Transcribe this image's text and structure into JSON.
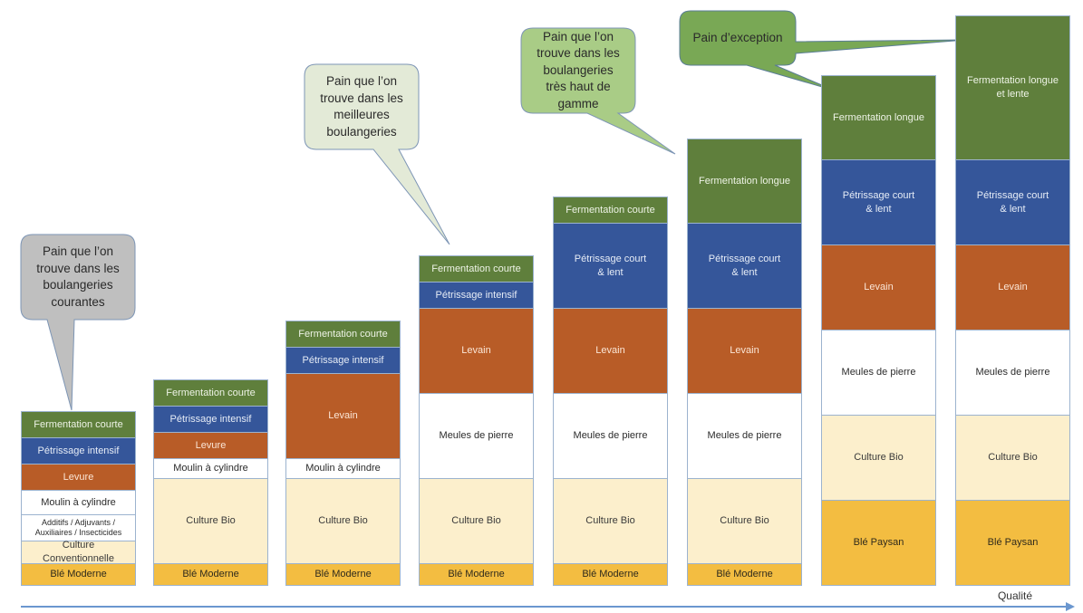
{
  "diagram": {
    "axis": {
      "label": "Qualité",
      "color": "#6b97cf"
    },
    "colors": {
      "green": "#5f7f3c",
      "blue": "#35569a",
      "orange": "#b85c27",
      "white": "#ffffff",
      "cream": "#fcefcc",
      "gold": "#f3bd41",
      "bubble_gray": "#bfbfbf",
      "bubble_light_green": "#e3ead7",
      "bubble_green": "#a9cc86",
      "bubble_dark_green": "#79a855"
    },
    "columns": [
      {
        "segments": [
          {
            "label": "Fermentation courte",
            "style": "green"
          },
          {
            "label": "Pétrissage intensif",
            "style": "blue"
          },
          {
            "label": "Levure",
            "style": "orange"
          },
          {
            "label": "Moulin à cylindre",
            "style": "white"
          },
          {
            "label": "Additifs / Adjuvants /\nAuxiliaires / Insecticides",
            "style": "white",
            "small": true
          },
          {
            "label": "Culture\nConventionnelle",
            "style": "cream"
          },
          {
            "label": "Blé Moderne",
            "style": "gold"
          }
        ]
      },
      {
        "segments": [
          {
            "label": "Fermentation courte",
            "style": "green"
          },
          {
            "label": "Pétrissage intensif",
            "style": "blue"
          },
          {
            "label": "Levure",
            "style": "orange"
          },
          {
            "label": "Moulin à cylindre",
            "style": "white"
          },
          {
            "label": "Culture Bio",
            "style": "cream"
          },
          {
            "label": "Blé Moderne",
            "style": "gold"
          }
        ]
      },
      {
        "segments": [
          {
            "label": "Fermentation courte",
            "style": "green"
          },
          {
            "label": "Pétrissage intensif",
            "style": "blue"
          },
          {
            "label": "Levain",
            "style": "orange"
          },
          {
            "label": "Moulin à cylindre",
            "style": "white"
          },
          {
            "label": "Culture Bio",
            "style": "cream"
          },
          {
            "label": "Blé Moderne",
            "style": "gold"
          }
        ]
      },
      {
        "segments": [
          {
            "label": "Fermentation courte",
            "style": "green"
          },
          {
            "label": "Pétrissage intensif",
            "style": "blue"
          },
          {
            "label": "Levain",
            "style": "orange"
          },
          {
            "label": "Meules de pierre",
            "style": "white"
          },
          {
            "label": "Culture Bio",
            "style": "cream"
          },
          {
            "label": "Blé Moderne",
            "style": "gold"
          }
        ]
      },
      {
        "segments": [
          {
            "label": "Fermentation courte",
            "style": "green"
          },
          {
            "label": "Pétrissage court\n& lent",
            "style": "blue"
          },
          {
            "label": "Levain",
            "style": "orange"
          },
          {
            "label": "Meules de pierre",
            "style": "white"
          },
          {
            "label": "Culture Bio",
            "style": "cream"
          },
          {
            "label": "Blé Moderne",
            "style": "gold"
          }
        ]
      },
      {
        "segments": [
          {
            "label": "Fermentation longue",
            "style": "green"
          },
          {
            "label": "Pétrissage court\n& lent",
            "style": "blue"
          },
          {
            "label": "Levain",
            "style": "orange"
          },
          {
            "label": "Meules de pierre",
            "style": "white"
          },
          {
            "label": "Culture Bio",
            "style": "cream"
          },
          {
            "label": "Blé Moderne",
            "style": "gold"
          }
        ]
      },
      {
        "segments": [
          {
            "label": "Fermentation longue",
            "style": "green"
          },
          {
            "label": "Pétrissage court\n& lent",
            "style": "blue"
          },
          {
            "label": "Levain",
            "style": "orange"
          },
          {
            "label": "Meules de pierre",
            "style": "white"
          },
          {
            "label": "Culture Bio",
            "style": "cream"
          },
          {
            "label": "Blé Paysan",
            "style": "gold"
          }
        ]
      },
      {
        "segments": [
          {
            "label": "Fermentation longue\net lente",
            "style": "green"
          },
          {
            "label": "Pétrissage court\n& lent",
            "style": "blue"
          },
          {
            "label": "Levain",
            "style": "orange"
          },
          {
            "label": "Meules de pierre",
            "style": "white"
          },
          {
            "label": "Culture Bio",
            "style": "cream"
          },
          {
            "label": "Blé Paysan",
            "style": "gold"
          }
        ]
      }
    ],
    "callouts": [
      {
        "text": "Pain que l’on\ntrouve dans les\nboulangeries\ncourantes",
        "style": "bubble_gray"
      },
      {
        "text": "Pain que l’on\ntrouve dans les\nmeilleures\nboulangeries",
        "style": "bubble_light_green"
      },
      {
        "text": "Pain que l’on\ntrouve dans les\nboulangeries\ntrès haut de\ngamme",
        "style": "bubble_green"
      },
      {
        "text": "Pain d’exception",
        "style": "bubble_dark_green"
      }
    ]
  }
}
